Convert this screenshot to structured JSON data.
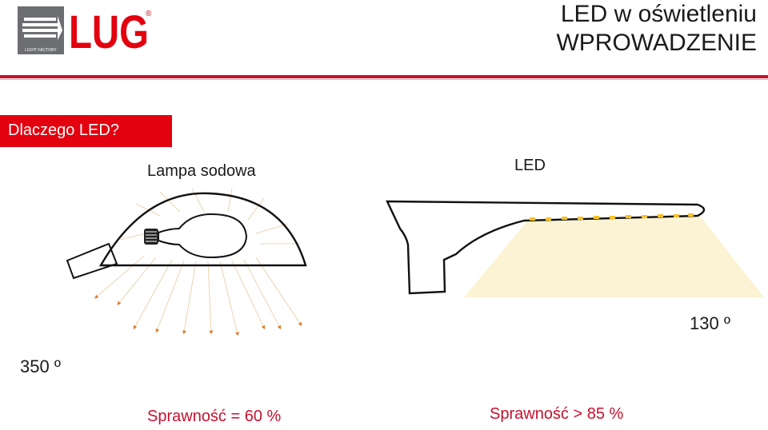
{
  "header": {
    "logo_text": "LUG",
    "logo_subtext": "LIGHT FACTORY",
    "logo_mark": "®",
    "title_line1": "LED w oświetleniu",
    "title_line2": "WPROWADZENIE"
  },
  "section": {
    "label": "Dlaczego LED?"
  },
  "sodium": {
    "caption": "Lampa sodowa",
    "angle": "350 º",
    "efficiency": "Sprawność = 60 %"
  },
  "led": {
    "caption": "LED",
    "angle": "130 º",
    "efficiency": "Sprawność  > 85 %"
  },
  "colors": {
    "brand_red": "#e3000f",
    "efficiency_red": "#c8102e",
    "arrow_orange": "#e07a1f",
    "light_beam": "#fbf0c6",
    "led_chip": "#f3c12c"
  }
}
